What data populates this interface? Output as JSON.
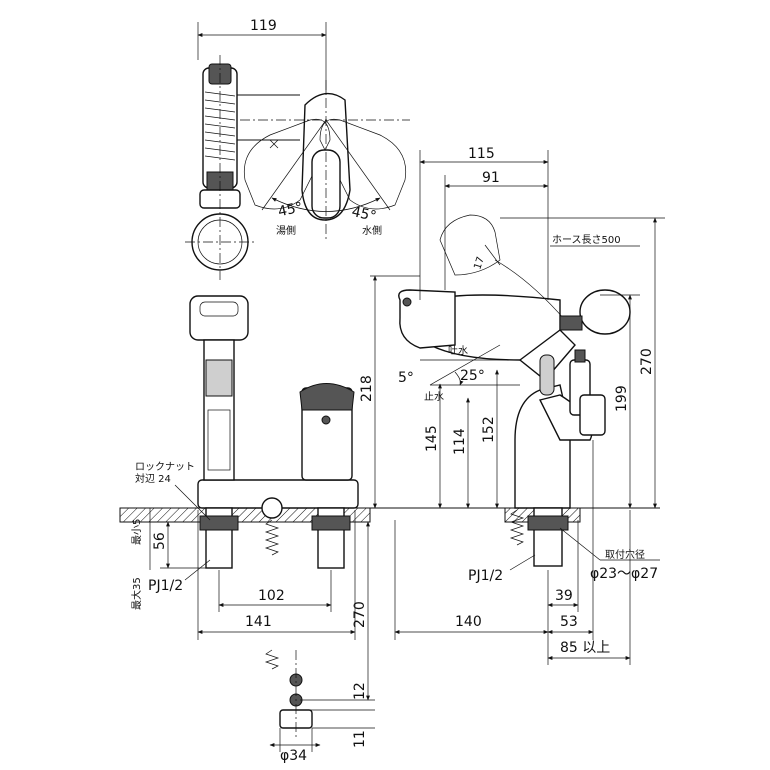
{
  "top_view": {
    "width_dim": "119",
    "angle_hot": "45°",
    "angle_cold": "45°",
    "hot_side": "湯側",
    "cold_side": "水側"
  },
  "side_view": {
    "dim_115": "115",
    "dim_91": "91",
    "hose_length": "ホース長さ500",
    "dim_17": "17",
    "dim_270_right": "270",
    "dim_199": "199",
    "dim_218": "218",
    "dim_145": "145",
    "dim_114": "114",
    "dim_152": "152",
    "spout_label": "吐水",
    "stop_label": "止水",
    "angle_5": "5°",
    "angle_25": "25°",
    "mount_hole_label": "取付穴径",
    "mount_hole_value": "φ23～φ27",
    "pipe_thread_right": "PJ1/2",
    "dim_39": "39",
    "dim_140": "140",
    "dim_53": "53",
    "dim_85": "85 以上"
  },
  "front_view": {
    "lock_nut_label": "ロックナット",
    "lock_nut_value": "対辺 24",
    "min_label": "最小5",
    "max_label": "最大35",
    "dim_56": "56",
    "pipe_thread_left": "PJ1/2",
    "dim_102": "102",
    "dim_141": "141",
    "dim_270_vertical": "270",
    "dim_12": "12",
    "dim_11": "11",
    "dia_34": "φ34"
  }
}
